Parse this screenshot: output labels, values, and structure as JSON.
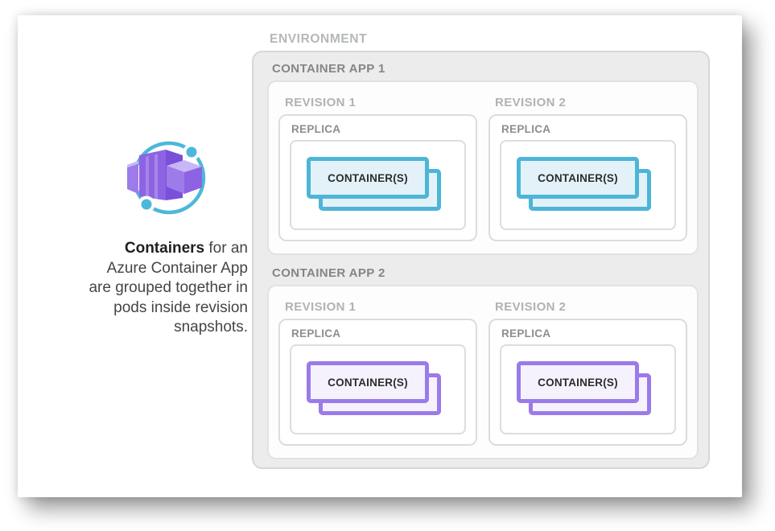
{
  "left_panel": {
    "icon": "azure-container-apps-icon",
    "caption": {
      "bold": "Containers",
      "line1_rest": " for an",
      "line2": "Azure Container App",
      "line3": "are grouped together in",
      "line4": "pods inside revision",
      "line5": "snapshots."
    }
  },
  "diagram": {
    "environment_label": "ENVIRONMENT",
    "replica_label": "REPLICA",
    "container_label": "CONTAINER(S)",
    "apps": [
      {
        "label": "CONTAINER APP 1",
        "accent": "#4db5d7",
        "fill": "#e3f2f9",
        "revisions": [
          {
            "label": "REVISION 1"
          },
          {
            "label": "REVISION 2"
          }
        ]
      },
      {
        "label": "CONTAINER APP 2",
        "accent": "#9b7ae9",
        "fill": "#f6f2fd",
        "revisions": [
          {
            "label": "REVISION 1"
          },
          {
            "label": "REVISION 2"
          }
        ]
      }
    ]
  },
  "colors": {
    "teal_accent": "#4db5d7",
    "teal_container_fill": "#e3f2f9",
    "purple_accent": "#9b7ae9",
    "purple_container_fill": "#f6f2fd",
    "environment_fill": "#ececec",
    "environment_border": "#d7d7d7",
    "box_border_gray": "#dcdcdc",
    "icon_ring": "#4cb8d9",
    "icon_purple_light": "#c9b6f6",
    "icon_purple_mid": "#9d7be9",
    "icon_purple_front": "#8d63e4",
    "icon_purple_dark": "#7a50d8",
    "icon_purple_top": "#b99df4"
  }
}
